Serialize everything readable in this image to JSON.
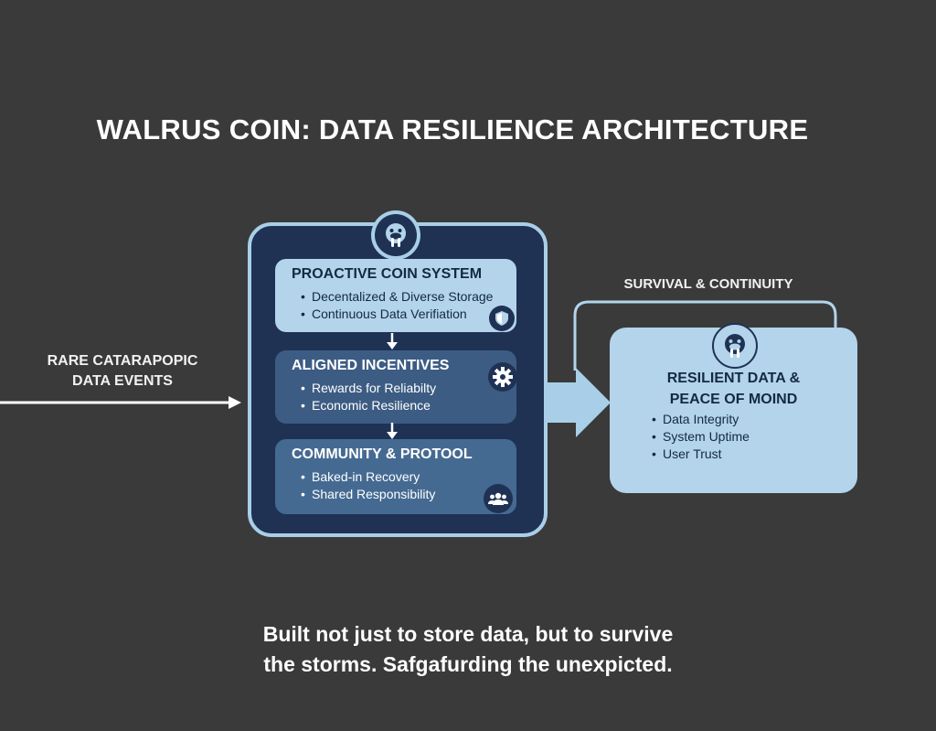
{
  "title": "WALRUS COIN: DATA RESILIENCE ARCHITECTURE",
  "left_label": [
    "RARE CATARAPOPIC",
    "DATA EVENTS"
  ],
  "architecture": {
    "proactive": {
      "title": "PROACTIVE COIN SYSTEM",
      "bullets": [
        "Decentalized & Diverse Storage",
        "Continuous Data Verifiation"
      ],
      "icon": "shield-icon"
    },
    "incentives": {
      "title": "ALIGNED INCENTIVES",
      "bullets": [
        "Rewards for Reliabilty",
        "Economic Resilience"
      ],
      "icon": "gear-icon"
    },
    "community": {
      "title": "COMMUNITY & PROTOOL",
      "bullets": [
        "Baked-in Recovery",
        "Shared Responsibility"
      ],
      "icon": "people-icon"
    },
    "logo_icon": "walrus-icon"
  },
  "survival_label": "SURVIVAL & CONTINUITY",
  "result": {
    "title": [
      "RESILIENT DATA &",
      "PEACE OF MOIND"
    ],
    "bullets": [
      "Data Integrity",
      "System Uptime",
      "User Trust"
    ],
    "icon": "walrus-icon"
  },
  "caption": [
    "Built not just to store data, but to survive",
    "the storms. Safgafurding the unexpicted."
  ],
  "colors": {
    "background": "#3a3a3b",
    "frame_dark": "#1f3254",
    "frame_border": "#a9cfe8",
    "card_light": "#b3d4ea",
    "card_mid": "#3c5c83",
    "card_mid2": "#456a92",
    "text_dark": "#142944"
  }
}
